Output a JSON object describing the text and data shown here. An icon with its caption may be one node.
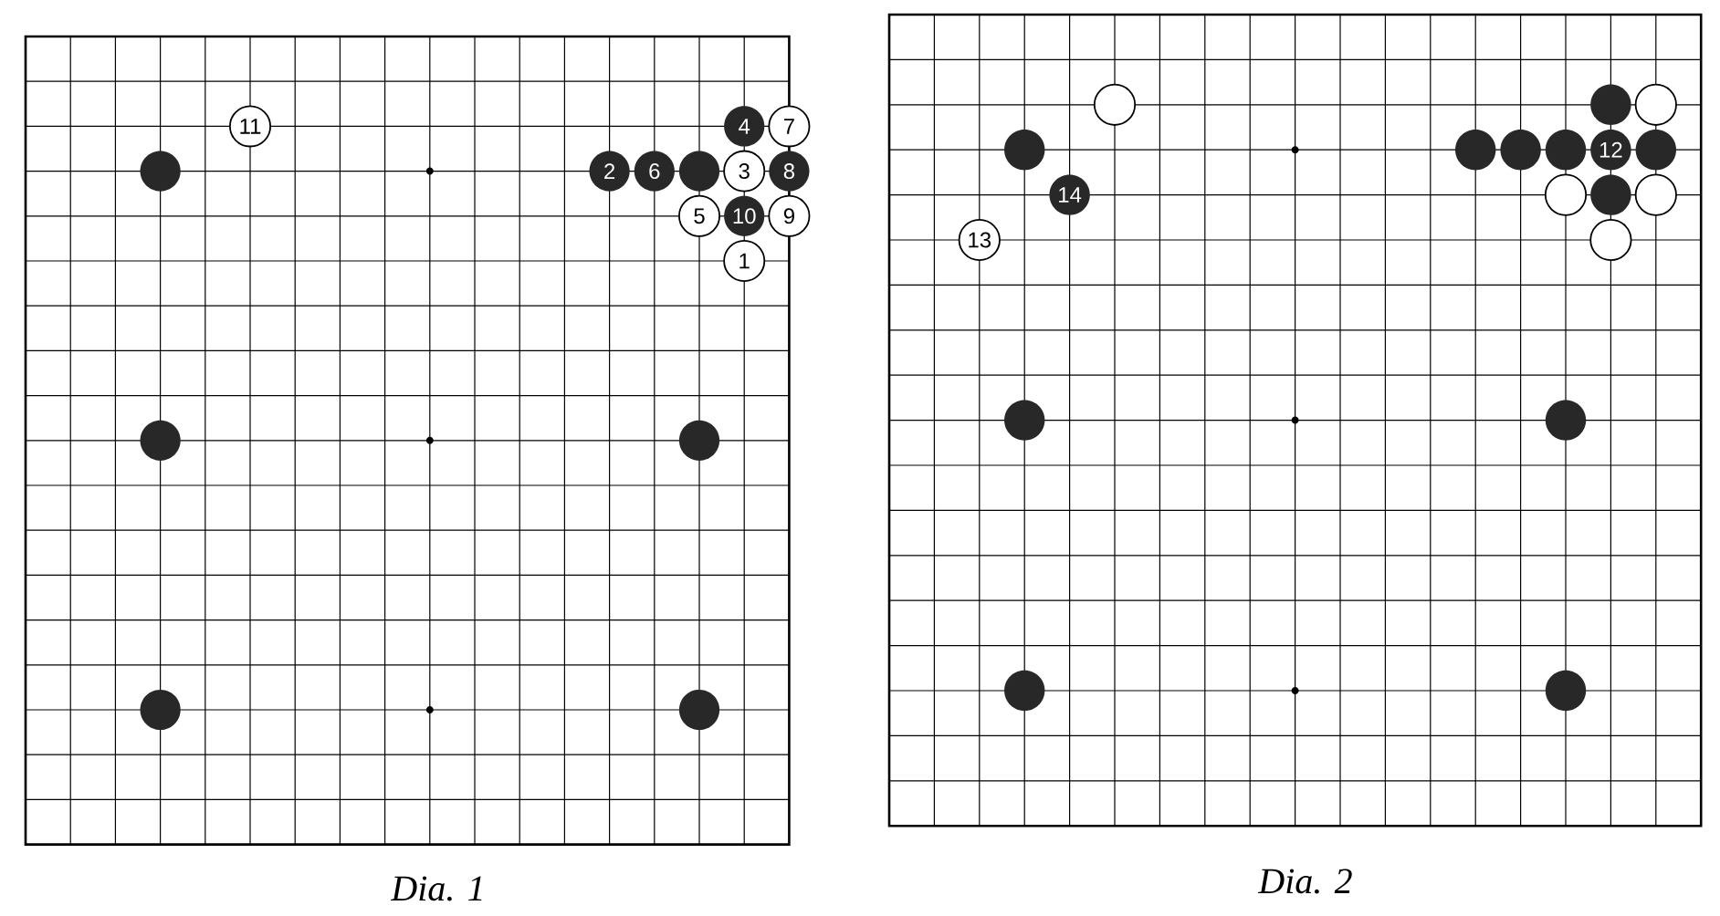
{
  "diagram": {
    "nodes": [
      {
        "text": [
          "Dia. 1"
        ]
      },
      {
        "text": [
          "11"
        ],
        "in": 0
      },
      {
        "text": [
          "4"
        ],
        "in": 0
      },
      {
        "text": [
          "7"
        ],
        "in": 0
      },
      {
        "text": [],
        "shape": "circle",
        "in": 0
      },
      {
        "text": [
          "2"
        ],
        "in": 0
      },
      {
        "text": [
          "6"
        ],
        "in": 0
      },
      {
        "text": [],
        "shape": "circle",
        "in": 0
      },
      {
        "text": [
          "3"
        ],
        "in": 0
      },
      {
        "text": [
          "8"
        ],
        "in": 0
      },
      {
        "text": [
          "5"
        ],
        "in": 0
      },
      {
        "text": [
          "10"
        ],
        "in": 0
      },
      {
        "text": [
          "9"
        ],
        "in": 0
      },
      {
        "text": [
          "1"
        ],
        "in": 0
      },
      {
        "text": [],
        "shape": "circle",
        "in": 0
      },
      {
        "text": [],
        "shape": "circle",
        "in": 0
      },
      {
        "text": [],
        "shape": "circle",
        "in": 0
      },
      {
        "text": [],
        "shape": "circle",
        "in": 0
      },
      {
        "text": [
          "Dia. 2"
        ]
      },
      {
        "text": [],
        "shape": "circle",
        "in": 18
      },
      {
        "text": [],
        "shape": "circle",
        "in": 18
      },
      {
        "text": [],
        "shape": "circle",
        "in": 18
      },
      {
        "text": [],
        "shape": "circle",
        "in": 18
      },
      {
        "text": [],
        "shape": "circle",
        "in": 18
      },
      {
        "text": [],
        "shape": "circle",
        "in": 18
      },
      {
        "text": [],
        "shape": "circle",
        "in": 18
      },
      {
        "text": [
          "12"
        ],
        "in": 18
      },
      {
        "text": [],
        "shape": "circle",
        "in": 18
      },
      {
        "text": [
          "14"
        ],
        "in": 18
      },
      {
        "text": [],
        "shape": "circle",
        "in": 18
      },
      {
        "text": [],
        "shape": "circle",
        "in": 18
      },
      {
        "text": [],
        "shape": "circle",
        "in": 18
      },
      {
        "text": [
          "13"
        ],
        "in": 18
      },
      {
        "text": [],
        "shape": "circle",
        "in": 18
      },
      {
        "text": [],
        "shape": "circle",
        "in": 18
      },
      {
        "text": [],
        "shape": "circle",
        "in": 18
      },
      {
        "text": [],
        "shape": "circle",
        "in": 18
      },
      {
        "text": [],
        "shape": "circle",
        "in": 18
      }
    ]
  }
}
